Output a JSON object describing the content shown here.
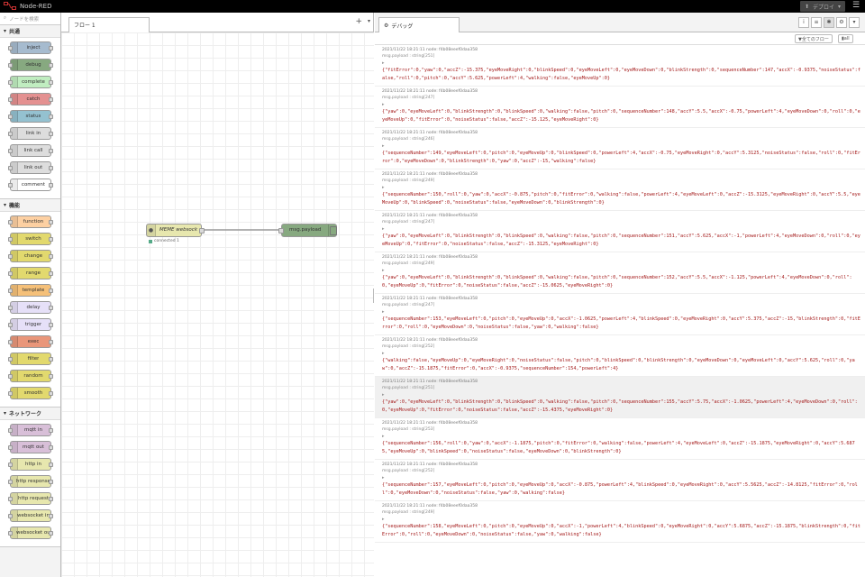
{
  "app": {
    "title": "Node-RED"
  },
  "header": {
    "deploy_label": "デプロイ"
  },
  "palette": {
    "search_placeholder": "ノードを検索",
    "categories": [
      {
        "label": "共通",
        "nodes": [
          {
            "label": "inject",
            "color": "#a6bbcf"
          },
          {
            "label": "debug",
            "color": "#87a980"
          },
          {
            "label": "complete",
            "color": "#c0edc0"
          },
          {
            "label": "catch",
            "color": "#e49191"
          },
          {
            "label": "status",
            "color": "#94c1d0"
          },
          {
            "label": "link in",
            "color": "#dddddd"
          },
          {
            "label": "link call",
            "color": "#dddddd"
          },
          {
            "label": "link out",
            "color": "#dddddd"
          },
          {
            "label": "comment",
            "color": "#ffffff"
          }
        ]
      },
      {
        "label": "機能",
        "nodes": [
          {
            "label": "function",
            "color": "#fdd0a2"
          },
          {
            "label": "switch",
            "color": "#e2d96e"
          },
          {
            "label": "change",
            "color": "#e2d96e"
          },
          {
            "label": "range",
            "color": "#e2d96e"
          },
          {
            "label": "template",
            "color": "#f5c079"
          },
          {
            "label": "delay",
            "color": "#e6e0f8"
          },
          {
            "label": "trigger",
            "color": "#e6e0f8"
          },
          {
            "label": "exec",
            "color": "#e9967a"
          },
          {
            "label": "filter",
            "color": "#e2d96e"
          },
          {
            "label": "random",
            "color": "#e2d96e"
          },
          {
            "label": "smooth",
            "color": "#e2d96e"
          }
        ]
      },
      {
        "label": "ネットワーク",
        "nodes": [
          {
            "label": "mqtt in",
            "color": "#d8bfd8"
          },
          {
            "label": "mqtt out",
            "color": "#d8bfd8"
          },
          {
            "label": "http in",
            "color": "#e7e7ae"
          },
          {
            "label": "http response",
            "color": "#e7e7ae"
          },
          {
            "label": "http request",
            "color": "#e7e7ae"
          },
          {
            "label": "websocket in",
            "color": "#e7e7ae"
          },
          {
            "label": "websocket out",
            "color": "#e7e7ae"
          }
        ]
      }
    ]
  },
  "workspace": {
    "tab_label": "フロー 1",
    "nodes": {
      "websock": {
        "label": "MEME websock",
        "status": "connected 1",
        "color": "#e7e7ae",
        "status_color": "#5a8"
      },
      "debug": {
        "label": "msg.payload",
        "color": "#87a980"
      }
    }
  },
  "sidebar": {
    "tab_label": "デバッグ",
    "filter_label": "全てのフロー",
    "clear_label": "all",
    "messages": [
      {
        "meta": "2021/11/22 18:21:11   node: f4b08eeef0daa358",
        "topic": "msg.payload : string[251]",
        "value": "{\"fitError\":0,\"yaw\":0,\"accZ\":-15.375,\"eyeMoveRight\":0,\"blinkSpeed\":0,\"eyeMoveLeft\":0,\"eyeMoveDown\":0,\"blinkStrength\":0,\"sequenceNumber\":147,\"accX\":-0.9375,\"noiseStatus\":false,\"roll\":0,\"pitch\":0,\"accY\":5.625,\"powerLeft\":4,\"walking\":false,\"eyeMoveUp\":0}"
      },
      {
        "meta": "2021/11/22 18:21:11   node: f4b08eeef0daa358",
        "topic": "msg.payload : string[247]",
        "value": "{\"yaw\":0,\"eyeMoveLeft\":0,\"blinkStrength\":0,\"blinkSpeed\":0,\"walking\":false,\"pitch\":0,\"sequenceNumber\":148,\"accY\":5.5,\"accX\":-0.75,\"powerLeft\":4,\"eyeMoveDown\":0,\"roll\":0,\"eyeMoveUp\":0,\"fitError\":0,\"noiseStatus\":false,\"accZ\":-15.125,\"eyeMoveRight\":0}"
      },
      {
        "meta": "2021/11/22 18:21:11   node: f4b08eeef0daa358",
        "topic": "msg.payload : string[246]",
        "value": "{\"sequenceNumber\":149,\"eyeMoveLeft\":0,\"pitch\":0,\"eyeMoveUp\":0,\"blinkSpeed\":0,\"powerLeft\":4,\"accX\":-0.75,\"eyeMoveRight\":0,\"accY\":5.3125,\"noiseStatus\":false,\"roll\":0,\"fitError\":0,\"eyeMoveDown\":0,\"blinkStrength\":0,\"yaw\":0,\"accZ\":-15,\"walking\":false}"
      },
      {
        "meta": "2021/11/22 18:21:11   node: f4b08eeef0daa358",
        "topic": "msg.payload : string[249]",
        "value": "{\"sequenceNumber\":150,\"roll\":0,\"yaw\":0,\"accX\":-0.875,\"pitch\":0,\"fitError\":0,\"walking\":false,\"powerLeft\":4,\"eyeMoveLeft\":0,\"accZ\":-15.3125,\"eyeMoveRight\":0,\"accY\":5.5,\"eyeMoveUp\":0,\"blinkSpeed\":0,\"noiseStatus\":false,\"eyeMoveDown\":0,\"blinkStrength\":0}"
      },
      {
        "meta": "2021/11/22 18:21:11   node: f4b08eeef0daa358",
        "topic": "msg.payload : string[247]",
        "value": "{\"yaw\":0,\"eyeMoveLeft\":0,\"blinkStrength\":0,\"blinkSpeed\":0,\"walking\":false,\"pitch\":0,\"sequenceNumber\":151,\"accY\":5.625,\"accX\":-1,\"powerLeft\":4,\"eyeMoveDown\":0,\"roll\":0,\"eyeMoveUp\":0,\"fitError\":0,\"noiseStatus\":false,\"accZ\":-15.3125,\"eyeMoveRight\":0}"
      },
      {
        "meta": "2021/11/22 18:21:11   node: f4b08eeef0daa358",
        "topic": "msg.payload : string[249]",
        "value": "{\"yaw\":0,\"eyeMoveLeft\":0,\"blinkStrength\":0,\"blinkSpeed\":0,\"walking\":false,\"pitch\":0,\"sequenceNumber\":152,\"accY\":5.5,\"accX\":-1.125,\"powerLeft\":4,\"eyeMoveDown\":0,\"roll\":0,\"eyeMoveUp\":0,\"fitError\":0,\"noiseStatus\":false,\"accZ\":-15.0625,\"eyeMoveRight\":0}"
      },
      {
        "meta": "2021/11/22 18:21:11   node: f4b08eeef0daa358",
        "topic": "msg.payload : string[247]",
        "value": "{\"sequenceNumber\":153,\"eyeMoveLeft\":0,\"pitch\":0,\"eyeMoveUp\":0,\"accX\":-1.0625,\"powerLeft\":4,\"blinkSpeed\":0,\"eyeMoveRight\":0,\"accY\":5.375,\"accZ\":-15,\"blinkStrength\":0,\"fitError\":0,\"roll\":0,\"eyeMoveDown\":0,\"noiseStatus\":false,\"yaw\":0,\"walking\":false}"
      },
      {
        "meta": "2021/11/22 18:21:11   node: f4b08eeef0daa358",
        "topic": "msg.payload : string[252]",
        "value": "{\"walking\":false,\"eyeMoveUp\":0,\"eyeMoveRight\":0,\"noiseStatus\":false,\"pitch\":0,\"blinkSpeed\":0,\"blinkStrength\":0,\"eyeMoveDown\":0,\"eyeMoveLeft\":0,\"accY\":5.625,\"roll\":0,\"yaw\":0,\"accZ\":-15.1875,\"fitError\":0,\"accX\":-0.9375,\"sequenceNumber\":154,\"powerLeft\":4}"
      },
      {
        "meta": "2021/11/22 18:21:11   node: f4b08eeef0daa358",
        "topic": "msg.payload : string[251]",
        "value": "{\"yaw\":0,\"eyeMoveLeft\":0,\"blinkStrength\":0,\"blinkSpeed\":0,\"walking\":false,\"pitch\":0,\"sequenceNumber\":155,\"accY\":5.75,\"accX\":-1.0625,\"powerLeft\":4,\"eyeMoveDown\":0,\"roll\":0,\"eyeMoveUp\":0,\"fitError\":0,\"noiseStatus\":false,\"accZ\":-15.4375,\"eyeMoveRight\":0}",
        "hl": true
      },
      {
        "meta": "2021/11/22 18:21:11   node: f4b08eeef0daa358",
        "topic": "msg.payload : string[253]",
        "value": "{\"sequenceNumber\":156,\"roll\":0,\"yaw\":0,\"accX\":-1.1875,\"pitch\":0,\"fitError\":0,\"walking\":false,\"powerLeft\":4,\"eyeMoveLeft\":0,\"accZ\":-15.1875,\"eyeMoveRight\":0,\"accY\":5.6875,\"eyeMoveUp\":0,\"blinkSpeed\":0,\"noiseStatus\":false,\"eyeMoveDown\":0,\"blinkStrength\":0}"
      },
      {
        "meta": "2021/11/22 18:21:11   node: f4b08eeef0daa358",
        "topic": "msg.payload : string[252]",
        "value": "{\"sequenceNumber\":157,\"eyeMoveLeft\":0,\"pitch\":0,\"eyeMoveUp\":0,\"accX\":-0.875,\"powerLeft\":4,\"blinkSpeed\":0,\"eyeMoveRight\":0,\"accY\":5.5625,\"accZ\":-14.8125,\"fitError\":0,\"roll\":0,\"eyeMoveDown\":0,\"noiseStatus\":false,\"yaw\":0,\"walking\":false}"
      },
      {
        "meta": "2021/11/22 18:21:11   node: f4b08eeef0daa358",
        "topic": "msg.payload : string[249]",
        "value": "{\"sequenceNumber\":158,\"eyeMoveLeft\":0,\"pitch\":0,\"eyeMoveUp\":0,\"accX\":-1,\"powerLeft\":4,\"blinkSpeed\":0,\"eyeMoveRight\":0,\"accY\":5.6875,\"accZ\":-15.1875,\"blinkStrength\":0,\"fitError\":0,\"roll\":0,\"eyeMoveDown\":0,\"noiseStatus\":false,\"yaw\":0,\"walking\":false}"
      }
    ]
  }
}
